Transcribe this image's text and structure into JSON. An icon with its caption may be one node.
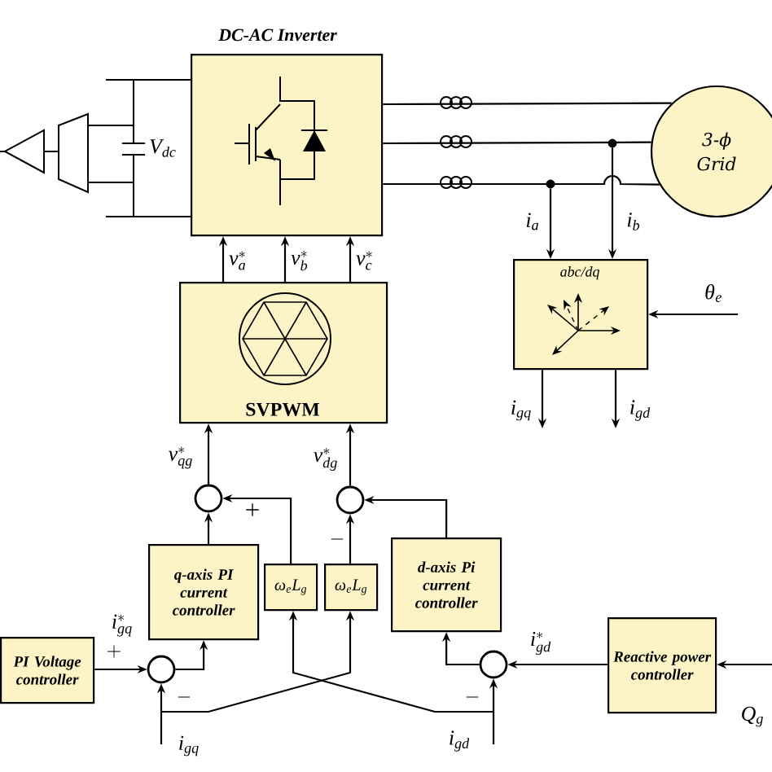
{
  "diagram": {
    "nodes": [
      {
        "text": [
          "DC-AC Inverter"
        ]
      },
      {
        "text": [
          "3-ϕ Grid"
        ]
      },
      {
        "text": [
          "abc/dq"
        ]
      },
      {
        "text": [
          "SVPWM"
        ]
      },
      {
        "text": [],
        "shape": "circle"
      },
      {
        "text": [],
        "shape": "circle"
      },
      {
        "text": [
          "q-axis PI current controller"
        ]
      },
      {
        "text": [
          "\\omega_e L_g"
        ]
      },
      {
        "text": [
          "\\omega_e L_g"
        ]
      },
      {
        "text": [
          "d-axis Pi current controller"
        ]
      },
      {
        "text": [
          "PI Voltage controller"
        ]
      },
      {
        "text": [],
        "shape": "circle"
      },
      {
        "text": [],
        "shape": "circle"
      },
      {
        "text": [
          "Reactive power controller"
        ]
      },
      {
        "text": [],
        "shape": "circle"
      },
      {
        "text": [],
        "shape": "circle"
      }
    ],
    "edges": [
      {
        "from": 3,
        "to": 0,
        "arrow": "to",
        "label": "v_a^*"
      },
      {
        "from": 3,
        "to": 0,
        "arrow": "to",
        "label": "v_b^*"
      },
      {
        "from": 3,
        "to": 0,
        "arrow": "to",
        "label": "v_c^*"
      },
      {
        "from": 0,
        "to": 1,
        "arrow": "none"
      },
      {
        "from": 0,
        "to": 1,
        "arrow": "none"
      },
      {
        "from": 0,
        "to": 1,
        "arrow": "none"
      },
      {
        "from": 15,
        "to": 2,
        "arrow": "to",
        "label": "i_a"
      },
      {
        "from": 14,
        "to": 2,
        "arrow": "to",
        "label": "i_b"
      },
      {
        "from": null,
        "to": 2,
        "arrow": "to",
        "label": "\\theta_e"
      },
      {
        "from": 2,
        "to": null,
        "arrow": "to",
        "label": "i_{gq}"
      },
      {
        "from": 2,
        "to": null,
        "arrow": "to",
        "label": "i_{gd}"
      },
      {
        "from": 4,
        "to": 3,
        "arrow": "to",
        "label": "v_{qg}^*"
      },
      {
        "from": 5,
        "to": 3,
        "arrow": "to",
        "label": "v_{dg}^*"
      },
      {
        "from": 6,
        "to": 4,
        "arrow": "to"
      },
      {
        "from": 7,
        "to": 4,
        "arrow": "to",
        "label": "+"
      },
      {
        "from": 8,
        "to": 5,
        "arrow": "to",
        "label": "-"
      },
      {
        "from": 9,
        "to": 5,
        "arrow": "to"
      },
      {
        "from": 10,
        "to": 11,
        "arrow": "to",
        "label": "i_{gq}^*"
      },
      {
        "from": 11,
        "to": 6,
        "arrow": "to"
      },
      {
        "from": 13,
        "to": 12,
        "arrow": "to",
        "label": "i_{gd}^*"
      },
      {
        "from": 12,
        "to": 9,
        "arrow": "to"
      },
      {
        "from": null,
        "to": 11,
        "arrow": "to",
        "label": "i_{gq}"
      },
      {
        "from": null,
        "to": 8,
        "arrow": "to"
      },
      {
        "from": null,
        "to": 12,
        "arrow": "to",
        "label": "i_{gd}"
      },
      {
        "from": null,
        "to": 7,
        "arrow": "to"
      },
      {
        "from": null,
        "to": 13,
        "arrow": "to",
        "label": "Q_g"
      }
    ],
    "labels": [
      "V_{dc}",
      "+",
      "-",
      "+",
      "-"
    ]
  }
}
